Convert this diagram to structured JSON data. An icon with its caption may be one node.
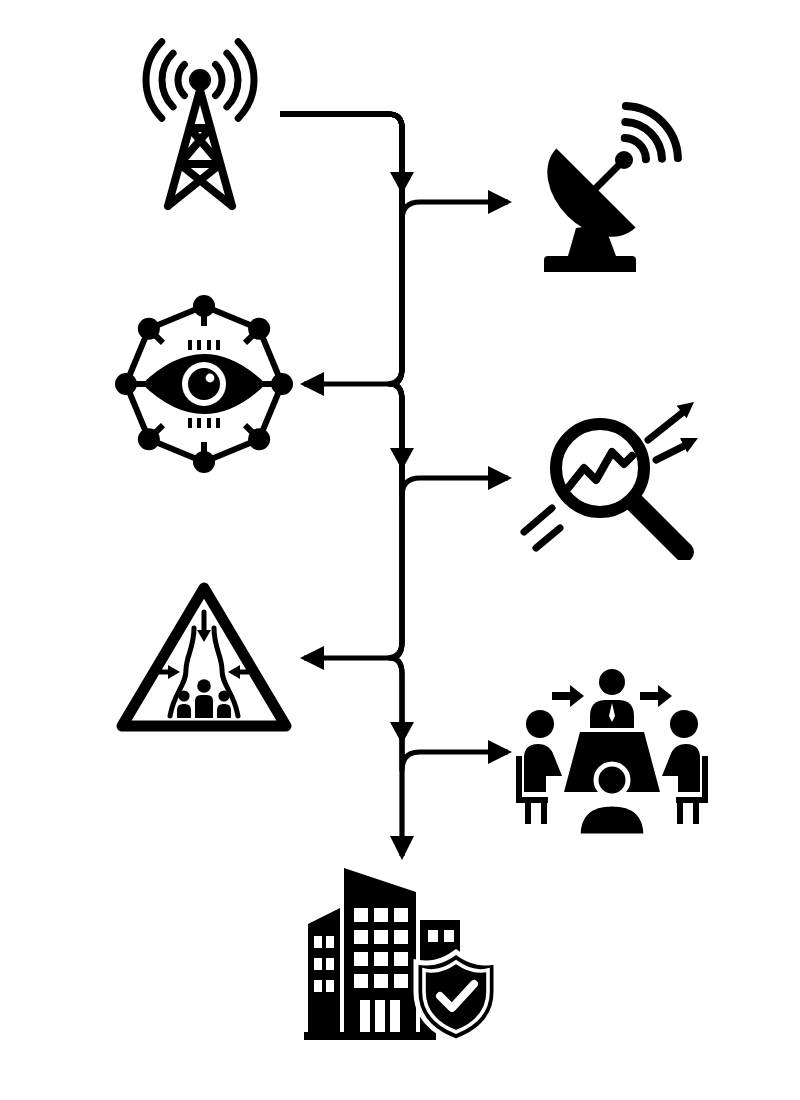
{
  "diagram": {
    "nodes": [
      {
        "text": [],
        "shape": "picture"
      },
      {
        "text": [],
        "shape": "picture"
      },
      {
        "text": [],
        "shape": "picture"
      },
      {
        "text": [],
        "shape": "picture"
      },
      {
        "text": [],
        "shape": "picture"
      },
      {
        "text": [],
        "shape": "picture"
      },
      {
        "text": [],
        "shape": "picture"
      }
    ],
    "edges": [
      {
        "from": 0,
        "to": 1,
        "arrow": "to"
      },
      {
        "from": 0,
        "to": 2,
        "arrow": "to"
      },
      {
        "from": 0,
        "to": 3,
        "arrow": "to"
      },
      {
        "from": 0,
        "to": 4,
        "arrow": "to"
      },
      {
        "from": 0,
        "to": 5,
        "arrow": "to"
      },
      {
        "from": 0,
        "to": 6,
        "arrow": "to"
      }
    ]
  }
}
